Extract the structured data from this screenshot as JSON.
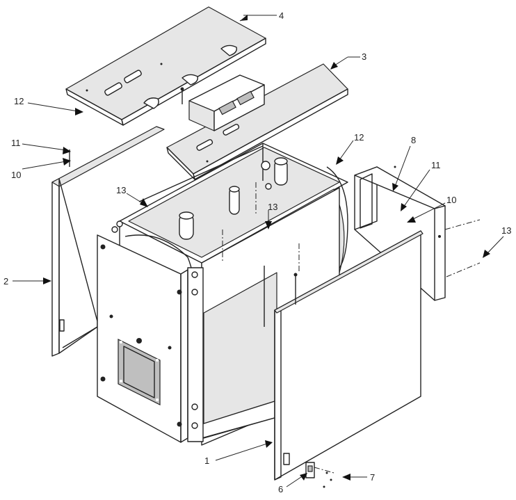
{
  "callouts": [
    "1",
    "2",
    "3",
    "4",
    "6",
    "7",
    "8",
    "10",
    "10",
    "11",
    "11",
    "12",
    "12",
    "13",
    "13",
    "13"
  ]
}
